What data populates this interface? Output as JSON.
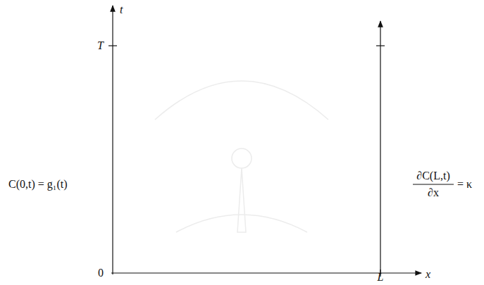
{
  "diagram": {
    "labels": [
      "t",
      "T",
      "0",
      "x",
      "L",
      "C(0,t) = g₁(t)",
      "∂C(L,t)",
      "∂x",
      "= κ"
    ]
  }
}
